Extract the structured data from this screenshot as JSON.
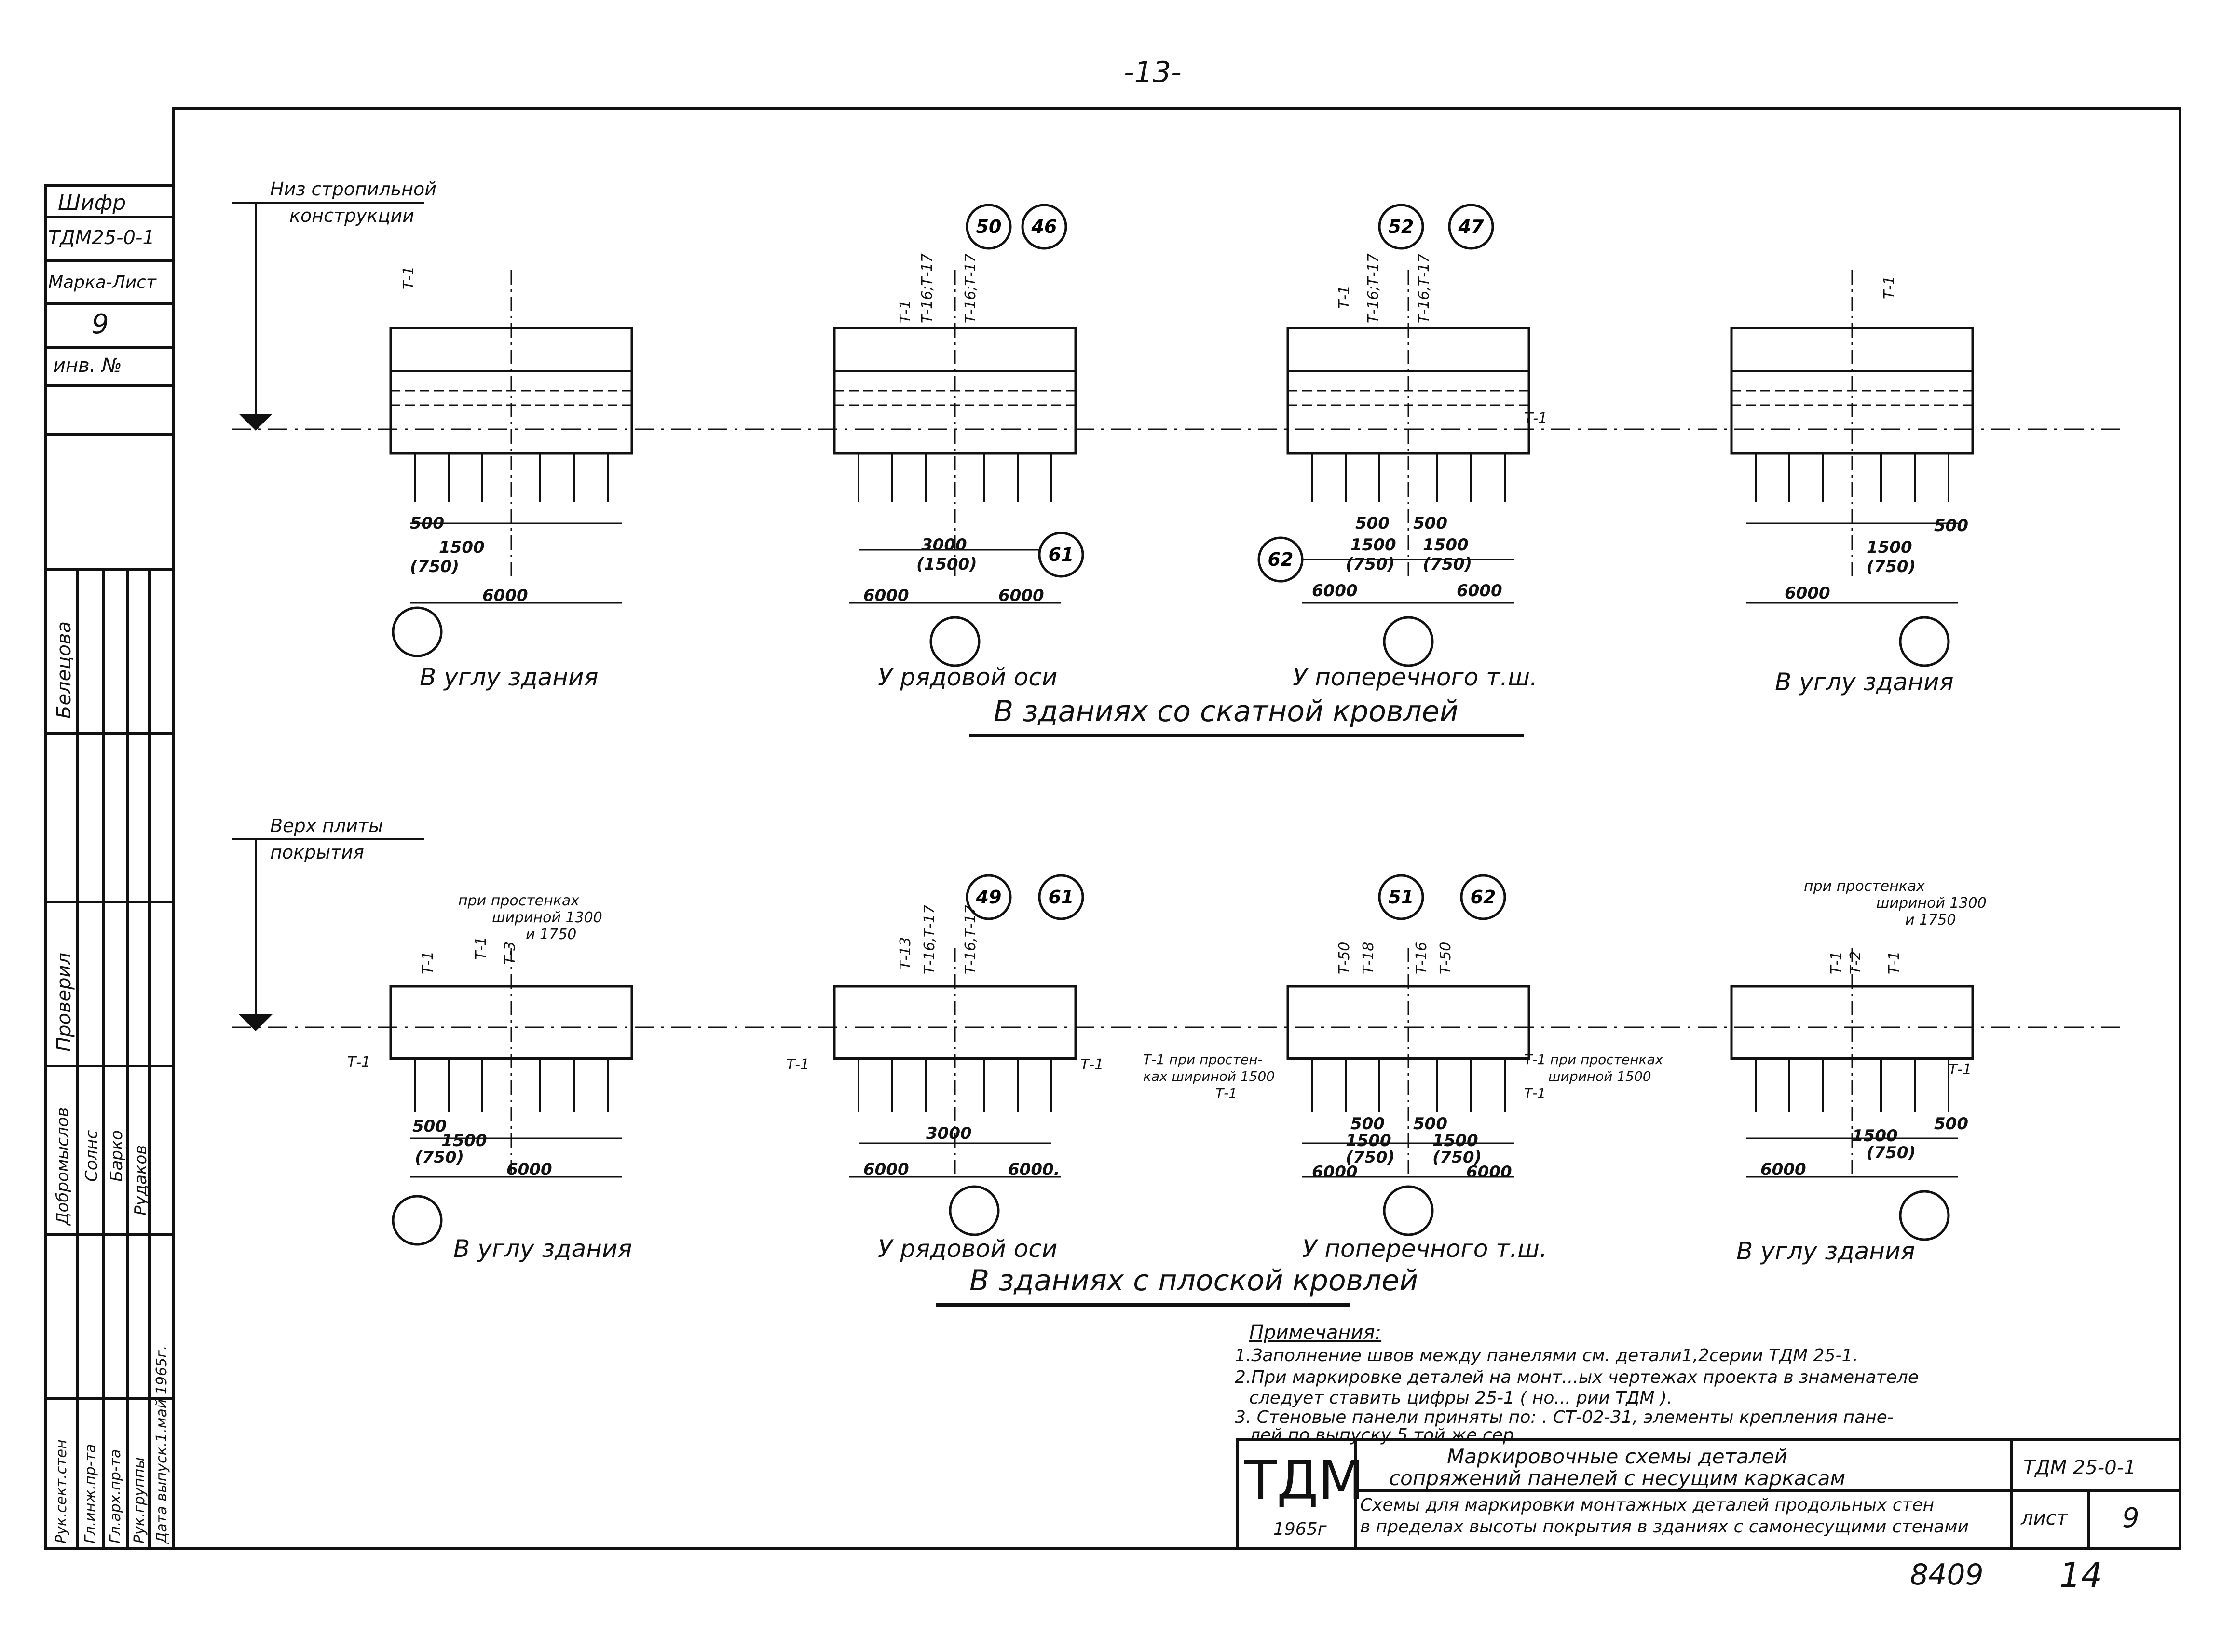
{
  "page_number": "-13-",
  "stamp": {
    "shifr_label": "Шифр",
    "shifr_value": "ТДМ25-0-1",
    "marka_label": "Марка-Лист",
    "marka_value": "9",
    "inv_label": "инв. №"
  },
  "level_marks": {
    "top": [
      "Низ стропильной",
      "конструкции"
    ],
    "bottom": [
      "Верх плиты",
      "покрытия"
    ]
  },
  "section_titles": {
    "top": "В зданиях со скатной кровлей",
    "bottom": "В зданиях с плоской кровлей"
  },
  "top_row": [
    {
      "caption": "В углу здания",
      "marks": [
        "Т-1"
      ],
      "dims": [
        "500",
        "1500",
        "(750)",
        "6000"
      ]
    },
    {
      "caption": "У рядовой оси",
      "marks": [
        "Т-1",
        "Т-16;Т-17",
        "Т-16;Т-17"
      ],
      "circles": [
        "50",
        "46",
        "61"
      ],
      "dims": [
        "3000",
        "(1500)",
        "6000",
        "6000"
      ]
    },
    {
      "caption": "У поперечного т.ш.",
      "marks": [
        "Т-1",
        "Т-16;Т-17",
        "Т-16,Т-17",
        "Т-1"
      ],
      "circles": [
        "52",
        "47",
        "62"
      ],
      "dims": [
        "500",
        "500",
        "1500",
        "1500",
        "(750)",
        "(750)",
        "6000",
        "6000"
      ]
    },
    {
      "caption": "В углу здания",
      "marks": [
        "Т-1"
      ],
      "dims": [
        "500",
        "1500",
        "(750)",
        "6000"
      ]
    }
  ],
  "bottom_row": [
    {
      "caption": "В углу здания",
      "marks": [
        "Т-1",
        "Т-1",
        "Т-3",
        "Т-1"
      ],
      "note": [
        "при простенках",
        "шириной 1300",
        "и 1750"
      ],
      "dims": [
        "500",
        "1500",
        "(750)",
        "6000"
      ]
    },
    {
      "caption": "У рядовой оси",
      "marks": [
        "Т-13",
        "Т-16,Т-17",
        "Т-16,Т-17",
        "Т-1",
        "Т-1"
      ],
      "circles": [
        "49",
        "61"
      ],
      "dims": [
        "3000",
        "6000",
        "6000."
      ]
    },
    {
      "caption": "У поперечного т.ш.",
      "marks": [
        "Т-50",
        "Т-18",
        "Т-16",
        "Т-50"
      ],
      "circles": [
        "51",
        "62"
      ],
      "side_notes": [
        "Т-1 при простен-",
        "ках шириной 1500",
        "Т-1",
        "Т-1 при простенках",
        "шириной 1500",
        "Т-1"
      ],
      "dims": [
        "500",
        "500",
        "1500",
        "1500",
        "(750)",
        "(750)",
        "6000",
        "6000"
      ]
    },
    {
      "caption": "В углу здания",
      "marks": [
        "Т-1",
        "Т-2",
        "Т-1",
        "Т-1"
      ],
      "note": [
        "при простенках",
        "шириной 1300",
        "и 1750"
      ],
      "dims": [
        "500",
        "1500",
        "(750)",
        "6000"
      ]
    }
  ],
  "notes": {
    "heading": "Примечания:",
    "lines": [
      "1.Заполнение швов между панелями см. детали1,2серии ТДМ 25-1.",
      "2.При маркировке деталей на монт...ых чертежах проекта в знаменателе",
      "следует ставить цифры 25-1 ( но... рии ТДМ ).",
      "3. Стеновые панели приняты по: . СТ-02-31, элементы крепления пане-",
      "лей по выпуску 5 той же сер..."
    ]
  },
  "title_block": {
    "logo": "ТДМ",
    "year": "1965г",
    "title_line1": "Маркировочные схемы деталей",
    "title_line2": "сопряжений панелей с несущим каркасам",
    "desc_line1": "Схемы для маркировки монтажных деталей продольных стен",
    "desc_line2": "в пределах высоты покрытия в зданиях с самонесущими стенами",
    "code": "ТДМ 25-0-1",
    "sheet_label": "лист",
    "sheet_value": "9"
  },
  "side_stamp": {
    "names": [
      "Белецова",
      "Проверил",
      "Добромыслов",
      "Солнс",
      "Барко",
      "Рудаков"
    ],
    "roles": [
      "Рук.сект.стен",
      "Гл.инж.пр-та",
      "Гл.арх.пр-та",
      "Рук.группы",
      "Дата выпуск.1.май 1965г."
    ]
  },
  "bottom_numbers": {
    "left": "8409",
    "right": "14"
  }
}
